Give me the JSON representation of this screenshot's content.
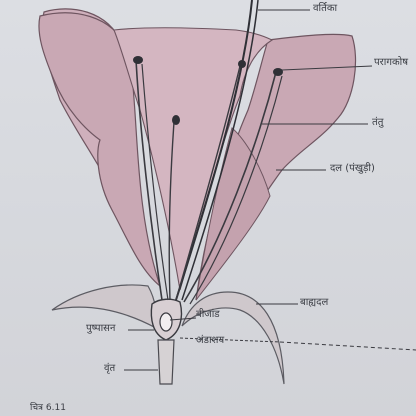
{
  "labels": {
    "stigma": "वर्तिका",
    "anther": "परागकोष",
    "filament": "तंतु",
    "petal": "दल (पंखुड़ी)",
    "sepal": "बाह्यदल",
    "receptacle": "पुष्पासन",
    "ovule": "बीजांड",
    "ovary": "अंडाशय",
    "pedicel": "वृंत",
    "figure_caption": "चित्र 6.11"
  },
  "colors": {
    "petal_fill": "#c9a8b4",
    "petal_stroke": "#6e5560",
    "line": "#2f3036",
    "background": "#d9dbe0"
  }
}
